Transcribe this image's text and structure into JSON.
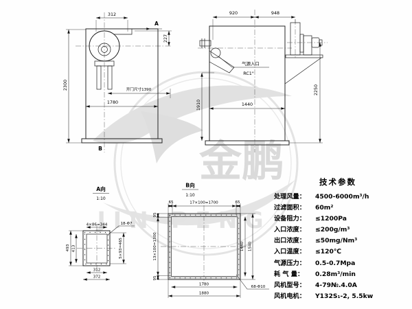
{
  "watermark": {
    "cn": "金鹏",
    "en": "JIN PENG"
  },
  "views": {
    "front": {
      "marker_a": "A",
      "marker_b": "B",
      "dims": {
        "outlet_width": "312",
        "outlet_offset": "227",
        "total_height": "2300",
        "door": "开门尺寸1390",
        "body_width": "1780"
      }
    },
    "side": {
      "inlet_label": "气源入口",
      "inlet_thread": "RC1\"",
      "dims": {
        "left_span": "920",
        "right_span": "948",
        "inlet_height": "1910",
        "outlet_height": "2250",
        "body_width": "1440"
      }
    },
    "view_a": {
      "title": "A向",
      "scale": "1:10",
      "dims": {
        "top_pitch": "4×86=344",
        "holes": "18-Φ7",
        "outer_height": "493",
        "inner_height": "413",
        "side_pitch": "5×93=465",
        "inner_width": "312",
        "outer_width": "372"
      }
    },
    "view_b": {
      "title": "B向",
      "scale": "1:10",
      "dims": {
        "top_left": "65",
        "top_pitch": "17×100=1700",
        "top_right": "65",
        "left_top": "95",
        "left_pitch": "13×100=1300",
        "left_bottom": "95",
        "inner_height": "1440",
        "outer_height": "1540",
        "inner_width": "1780",
        "outer_width": "1880",
        "holes": "68-Φ10"
      }
    }
  },
  "params": {
    "title": "技术参数",
    "rows": [
      {
        "label": "处理风量：",
        "value": "4500-6000m³/h"
      },
      {
        "label": "过滤面积：",
        "value": "60m²"
      },
      {
        "label": "设备阻力：",
        "value": "≤1200Pa"
      },
      {
        "label": "入口浓度：",
        "value": "≤200g/m³"
      },
      {
        "label": "出口浓度：",
        "value": "≤50mg/Nm³"
      },
      {
        "label": "入口温度：",
        "value": "≤120℃"
      },
      {
        "label": "气源压力：",
        "value": "0.5-0.7Mpa"
      },
      {
        "label": "耗 气 量：",
        "value": "0.28m³/min"
      },
      {
        "label": "风机型号：",
        "value": "4-79№.4.0A"
      },
      {
        "label": "风机电机：",
        "value": "Y132S₁-2, 5.5kw"
      }
    ]
  }
}
